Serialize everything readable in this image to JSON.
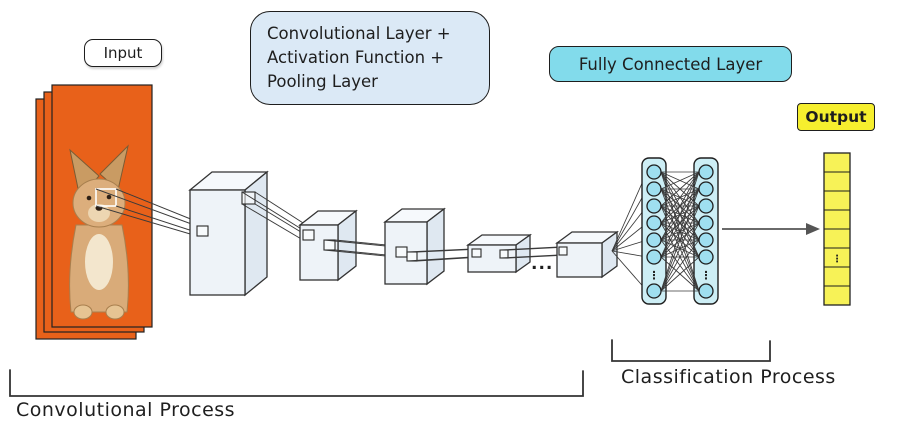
{
  "diagram": {
    "type": "cnn-architecture",
    "input_label": "Input",
    "conv_bubble": {
      "lines": [
        "Convolutional Layer +",
        "Activation Function +",
        "Pooling Layer"
      ]
    },
    "fully_connected_label": "Fully Connected Layer",
    "output_label": "Output",
    "braces": {
      "left_label": "Convolutional Process",
      "right_label": "Classification Process"
    },
    "ellipsis_horizontal": "...",
    "ellipsis_vertical": "⋮",
    "colors": {
      "image_orange": "#e8611a",
      "bubble_fill": "#dbe9f6",
      "fc_badge_fill": "#82dbeb",
      "fc_column_fill": "#cdeef5",
      "node_fill": "#9fdff0",
      "output_yellow": "#f7f257",
      "stroke": "#1e1e1e"
    }
  }
}
